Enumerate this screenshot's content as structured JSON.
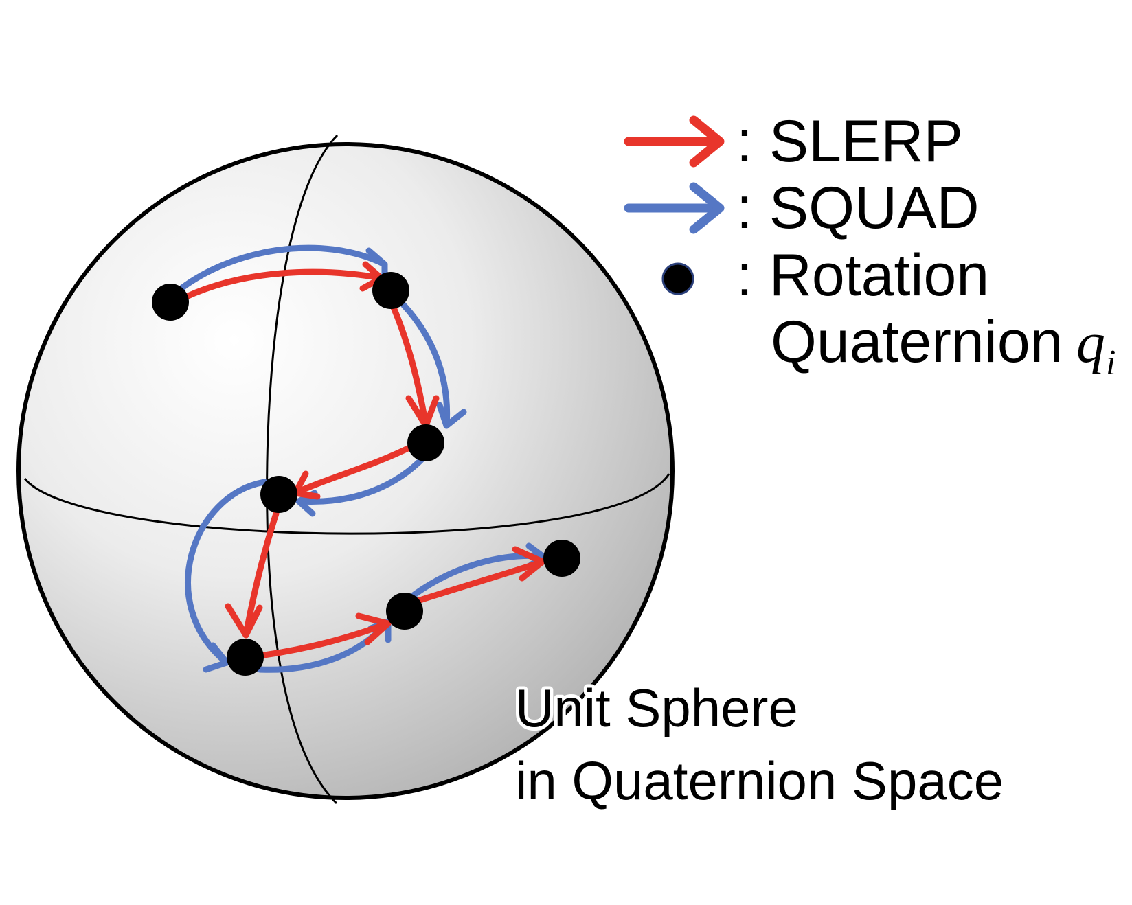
{
  "legend": {
    "slerp_label": ": SLERP",
    "squad_label": ": SQUAD",
    "point_label_line1": ": Rotation",
    "point_label_line2": "Quaternion",
    "point_symbol": "q",
    "point_symbol_subscript": "i"
  },
  "caption": {
    "line1": "Unit Sphere",
    "line2": "in Quaternion Space"
  },
  "colors": {
    "slerp": "#e8352b",
    "squad": "#5577c4",
    "point": "#000000",
    "outline": "#000000"
  },
  "icons": {
    "slerp": "red-arrow-icon",
    "squad": "blue-arrow-icon",
    "point": "black-dot-icon"
  }
}
